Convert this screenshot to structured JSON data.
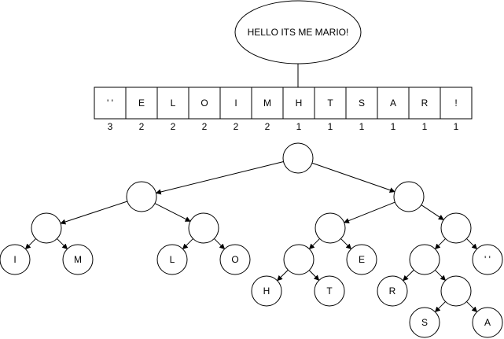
{
  "bubble": {
    "text": "HELLO ITS ME MARIO!"
  },
  "table": {
    "chars": [
      "' '",
      "E",
      "L",
      "O",
      "I",
      "M",
      "H",
      "T",
      "S",
      "A",
      "R",
      "!"
    ],
    "counts": [
      "3",
      "2",
      "2",
      "2",
      "2",
      "2",
      "1",
      "1",
      "1",
      "1",
      "1",
      "1"
    ]
  },
  "tree": {
    "leaves": {
      "I": "I",
      "M": "M",
      "L": "L",
      "O": "O",
      "H": "H",
      "T": "T",
      "E": "E",
      "R": "R",
      "S": "S",
      "A": "A",
      "space": "' '"
    }
  }
}
